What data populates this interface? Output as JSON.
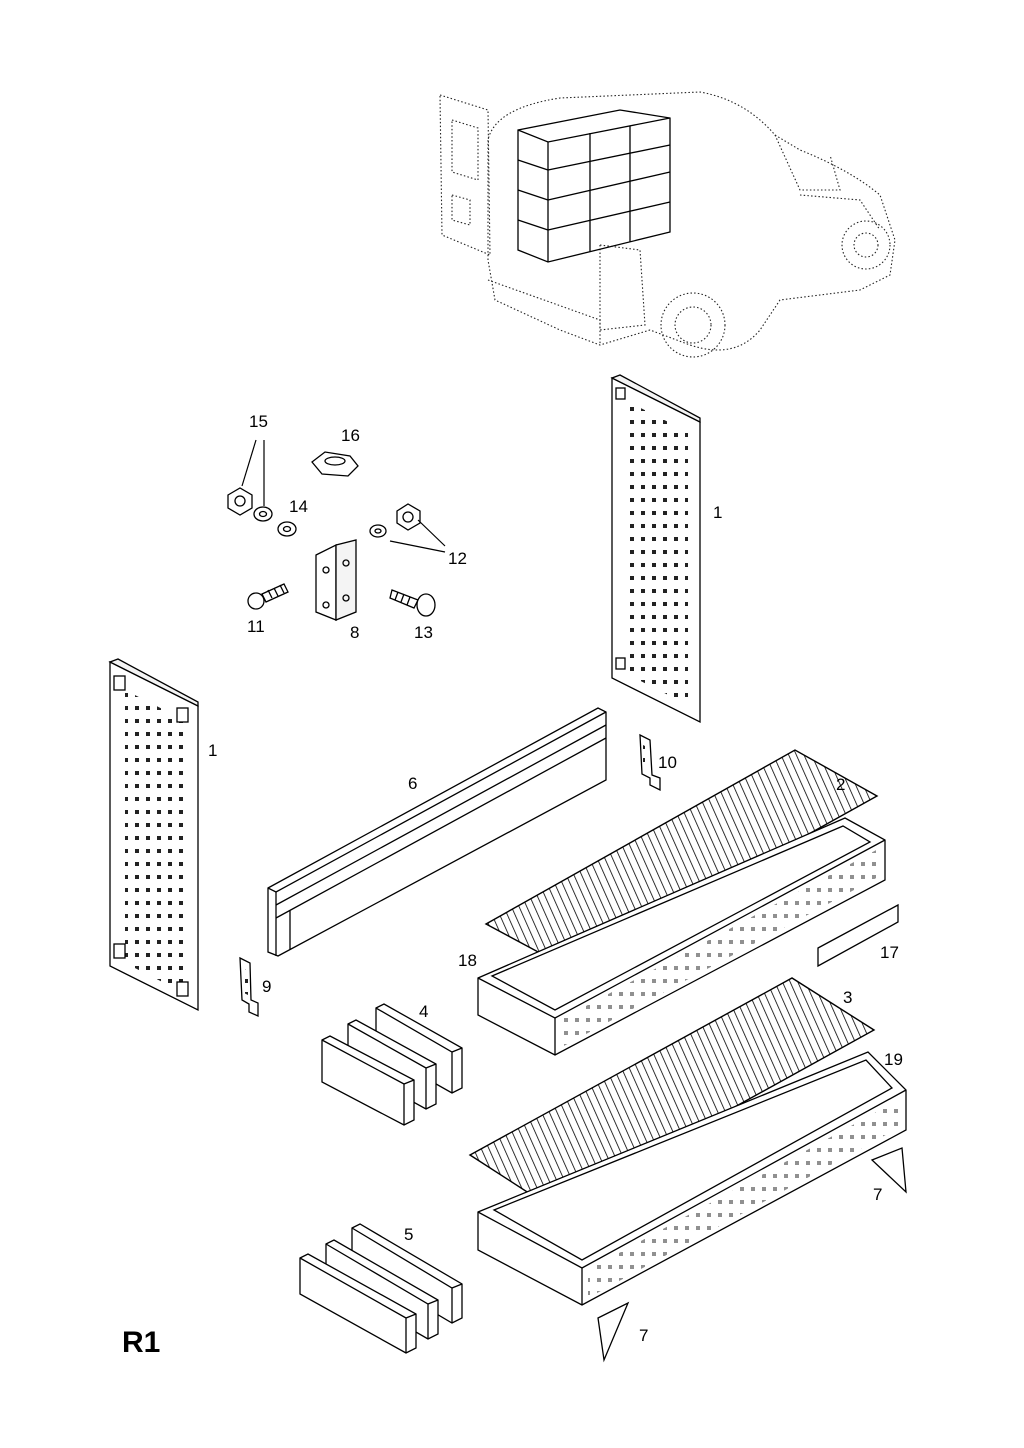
{
  "diagram": {
    "code": "R1",
    "callouts": {
      "p1_right": "1",
      "p1_left": "1",
      "p2": "2",
      "p3": "3",
      "p4": "4",
      "p5": "5",
      "p6": "6",
      "p7_right": "7",
      "p7_bottom": "7",
      "p8": "8",
      "p9": "9",
      "p10": "10",
      "p11": "11",
      "p12": "12",
      "p13": "13",
      "p14": "14",
      "p15": "15",
      "p16": "16",
      "p17": "17",
      "p18": "18",
      "p19": "19"
    }
  }
}
